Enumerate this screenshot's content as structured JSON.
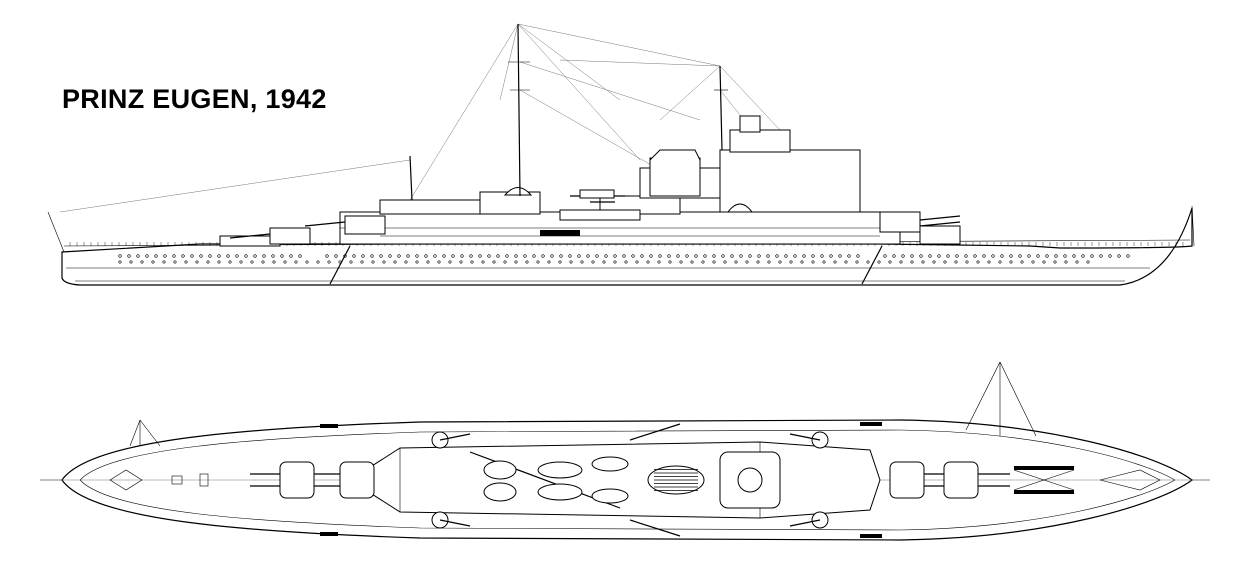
{
  "title": "PRINZ EUGEN, 1942",
  "colors": {
    "line": "#000000",
    "background": "#ffffff"
  },
  "views": [
    {
      "id": "profile",
      "kind": "side-elevation"
    },
    {
      "id": "plan",
      "kind": "top-plan"
    }
  ]
}
